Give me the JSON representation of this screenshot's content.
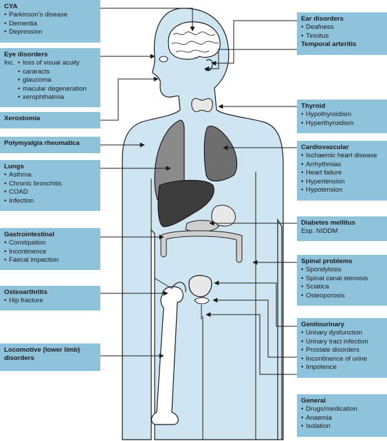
{
  "boxes": {
    "cya": {
      "title": "CYA",
      "items": [
        "Parkinson’s disease",
        "Dementia",
        "Depression"
      ]
    },
    "eye": {
      "title": "Eye disorders",
      "inc": "Inc.",
      "items": [
        "loss of visual acuity",
        "cararacts",
        "glaucoma",
        "macular degeneration",
        "xerophthalmia"
      ]
    },
    "xerostomia": {
      "title": "Xerostomia"
    },
    "polymyalgia": {
      "title": "Polymyalgia rheumatica"
    },
    "lungs": {
      "title": "Lungs",
      "items": [
        "Asthma",
        "Chronic bronchitis",
        "COAD",
        "Infection"
      ]
    },
    "gastro": {
      "title": "Gastrointestinal",
      "items": [
        "Constipation",
        "Incontinence",
        "Faecal impaction"
      ]
    },
    "osteo": {
      "title": "Osteoarthritis",
      "items": [
        "Hip fracture"
      ]
    },
    "locomotive": {
      "title_line1": "Locomotive (lower limb)",
      "title_line2": "disorders"
    },
    "ear": {
      "title": "Ear disorders",
      "items": [
        "Deafness",
        "Tinnitus"
      ],
      "extra": "Temporal arteritis"
    },
    "thyroid": {
      "title": "Thyroid",
      "items": [
        "Hypothyroidism",
        "Hyperthyroidism"
      ]
    },
    "cardio": {
      "title": "Cardiovascular",
      "items": [
        "Ischaemic heart disease",
        "Arrhythmias",
        "Heart failure",
        "Hypertension",
        "Hypotension"
      ]
    },
    "diabetes": {
      "title": "Diabetes mellitus",
      "note": "Esp. NIDDM"
    },
    "spinal": {
      "title": "Spinal problems",
      "items": [
        "Spondylosis",
        "Spinal canal stenosis",
        "Sciatica",
        "Osteoporosis"
      ]
    },
    "genito": {
      "title": "Genitourinary",
      "items": [
        "Urinary dysfunction",
        "Urinary tract infection",
        "Prostate disorders",
        "Incontinence of urine",
        "Impotence"
      ]
    },
    "general": {
      "title": "General",
      "items": [
        "Drugs/medication",
        "Anaemia",
        "Isolation"
      ]
    }
  },
  "colors": {
    "box_fill": "#8fc3dc",
    "body_fill": "#cfe6f2",
    "outline": "#1a1a1a",
    "lung_fill": "#8a8a8a",
    "liver_fill": "#3c3c3c",
    "heart_fill": "#6e6e6e",
    "pale_organ": "#e8e8e8"
  }
}
